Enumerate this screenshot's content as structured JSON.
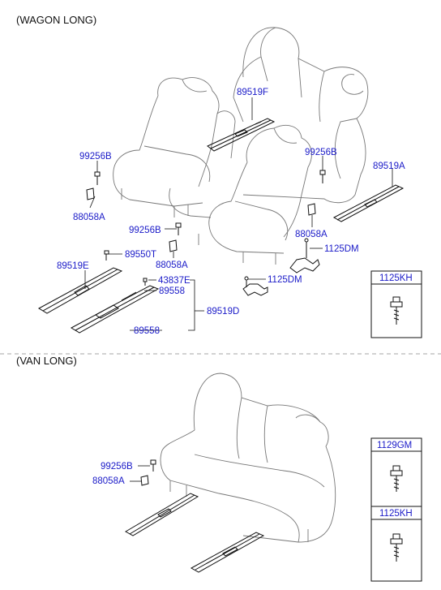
{
  "sections": {
    "wagon": "(WAGON LONG)",
    "van": "(VAN LONG)"
  },
  "wagon_labels": {
    "p89519F": "89519F",
    "p99256B_left": "99256B",
    "p88058A_left": "88058A",
    "p99256B_right": "99256B",
    "p89519A": "89519A",
    "p99256B_center": "99256B",
    "p88058A_center": "88058A",
    "p88058A_right": "88058A",
    "p1125DM_upper": "1125DM",
    "p89550T": "89550T",
    "p89519E": "89519E",
    "p43837E": "43837E",
    "p89558_upper": "89558",
    "p1125DM_lower": "1125DM",
    "p89519D": "89519D",
    "p89558_lower": "89558"
  },
  "van_labels": {
    "p99256B": "99256B",
    "p88058A": "88058A"
  },
  "legend_boxes": {
    "wagon_box_title": "1125KH",
    "van_box_title_1": "1129GM",
    "van_box_title_2": "1125KH"
  }
}
